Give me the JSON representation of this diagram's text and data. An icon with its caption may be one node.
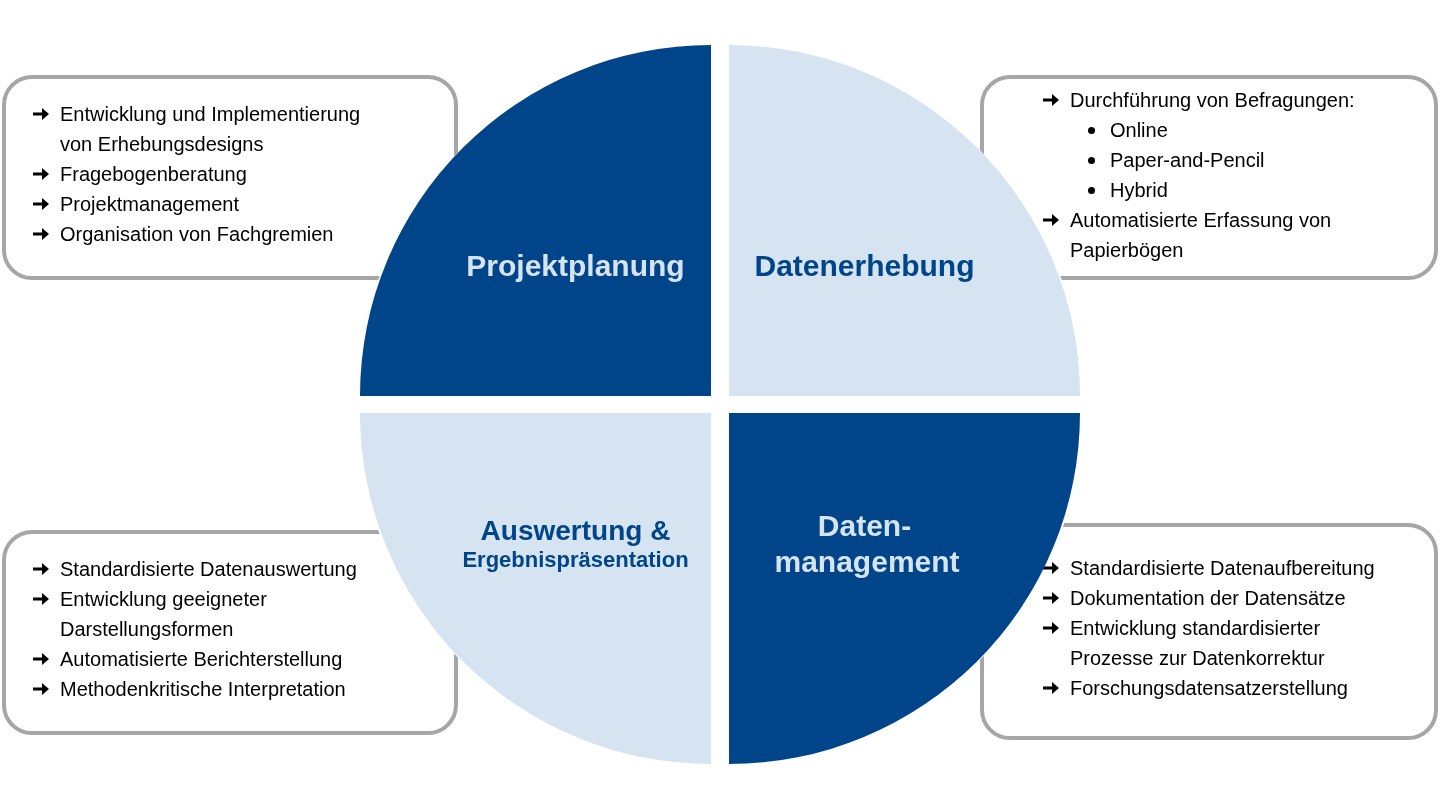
{
  "diagram": {
    "nodes": [
      {
        "text": [
          "Projektplanung"
        ]
      },
      {
        "text": [
          "Datenerhebung"
        ]
      },
      {
        "text": [
          "Auswertung &",
          "Ergebnispräsentation"
        ]
      },
      {
        "text": [
          "Daten- management"
        ]
      },
      {
        "text": [
          "Entwicklung und Implementierung von Erhebungsdesigns",
          "Fragebogenberatung",
          "Projektmanagement",
          "Organisation von Fachgremien"
        ]
      },
      {
        "text": [
          "Durchführung von Befragungen:",
          "Online",
          "Paper-and-Pencil",
          "Hybrid",
          "Automatisierte Erfassung von Papierbögen"
        ]
      },
      {
        "text": [
          "Standardisierte Datenauswertung",
          "Entwicklung geeigneter Darstellungsformen",
          "Automatisierte Berichterstellung",
          "Methodenkritische Interpretation"
        ]
      },
      {
        "text": [
          "Standardisierte Datenaufbereitung",
          "Dokumentation der Datensätze",
          "Entwicklung standardisierter Prozesse zur Datenkorrektur",
          "Forschungsdatensatzerstellung"
        ]
      }
    ],
    "edges": []
  }
}
